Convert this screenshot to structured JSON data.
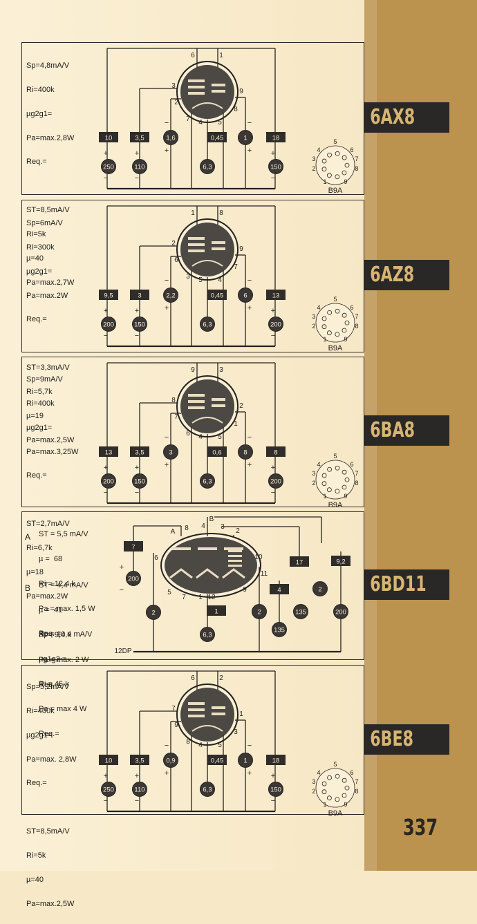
{
  "page_number": "337",
  "tubes": [
    {
      "name": "6AX8",
      "specs": [
        "Sp=4,8mA/V",
        "Ri=400k",
        "µg2g1=",
        "Pa=max.2,8W",
        "Req.=",
        "",
        "ST=8,5mA/V",
        "Ri=5k",
        "µ=40",
        "Pa=max.2,7W"
      ],
      "pins_top": [
        "6",
        "1"
      ],
      "pins_side": [
        "3",
        "9",
        "2",
        "8",
        "7",
        "4",
        "5"
      ],
      "resistors": [
        "10",
        "3,5",
        "0,45",
        "18"
      ],
      "circles_mid": [
        "1,6",
        "1"
      ],
      "circles_bottom": [
        "250",
        "110",
        "6,3",
        "150"
      ],
      "socket_top": "5",
      "socket_left": [
        "4",
        "3",
        "2",
        "1"
      ],
      "socket_right": [
        "6",
        "7",
        "8",
        "9"
      ],
      "base": "B9A"
    },
    {
      "name": "6AZ8",
      "specs": [
        "Sp=6mA/V",
        "Ri=300k",
        "µg2g1=",
        "Pa=max.2W",
        "Req.=",
        "",
        "ST=3,3mA/V",
        "Ri=5,7k",
        "µ=19",
        "Pa=max.2,5W"
      ],
      "pins_top": [
        "1",
        "8"
      ],
      "pins_side": [
        "2",
        "9",
        "6",
        "7",
        "3",
        "5",
        "4"
      ],
      "resistors": [
        "9,5",
        "3",
        "0,45",
        "13"
      ],
      "circles_mid": [
        "2,2",
        "6"
      ],
      "circles_bottom": [
        "200",
        "150",
        "6,3",
        "200"
      ],
      "socket_top": "5",
      "socket_left": [
        "4",
        "3",
        "2",
        "1"
      ],
      "socket_right": [
        "6",
        "7",
        "8",
        "9"
      ],
      "base": "B9A"
    },
    {
      "name": "6BA8",
      "specs": [
        "Sp=9mA/V",
        "Ri=400k",
        "µg2g1=",
        "Pa=max.3,25W",
        "Req.=",
        "",
        "ST=2,7mA/V",
        "Ri=6,7k",
        "µ=18",
        "Pa=max.2W"
      ],
      "pins_top": [
        "9",
        "3"
      ],
      "pins_side": [
        "8",
        "2",
        "7",
        "1",
        "6",
        "4",
        "5"
      ],
      "resistors": [
        "13",
        "3,5",
        "0,6",
        "8"
      ],
      "circles_mid": [
        "3",
        "8"
      ],
      "circles_bottom": [
        "200",
        "150",
        "6,3",
        "200"
      ],
      "socket_top": "5",
      "socket_left": [
        "4",
        "3",
        "2",
        "1"
      ],
      "socket_right": [
        "6",
        "7",
        "8",
        "9"
      ],
      "base": "B9A"
    },
    {
      "name": "6BD11",
      "specs_a": [
        "ST = 5,5 mA/V",
        "µ =  68",
        "Ri = 12,4 k",
        "Pa = max. 1,5 W",
        "Req. ="
      ],
      "specs_b": [
        "ST = 4,4 mA/V",
        "µ =  41",
        "Ri = 9,4 k",
        "Pa = max. 2 W",
        "Req. ="
      ],
      "specs_c": [
        "Sp = 10,4 mA/V",
        "µg1g2 =",
        "Ri = 45 k",
        "Pa = max 4 W",
        "Req.="
      ],
      "section_labels": [
        "A",
        "B"
      ],
      "pins": [
        "8",
        "4",
        "B",
        "3",
        "2",
        "A",
        "6",
        "10",
        "11",
        "5",
        "7",
        "1",
        "12",
        "9"
      ],
      "resistors": [
        "7",
        "17",
        "9,2",
        "4",
        "1"
      ],
      "circles": [
        "200",
        "2",
        "2",
        "2",
        "135",
        "135",
        "200",
        "6,3"
      ],
      "base": "12DP"
    },
    {
      "name": "6BE8",
      "specs": [
        "Sp=5,2mA/V",
        "Ri=400k",
        "µg2g1=",
        "Pa=max. 2,8W",
        "Req.=",
        "",
        "ST=8,5mA/V",
        "Ri=5k",
        "µ=40",
        "Pa=max.2,5W"
      ],
      "pins_top": [
        "6",
        "2"
      ],
      "pins_side": [
        "7",
        "1",
        "9",
        "3",
        "8",
        "4",
        "5"
      ],
      "resistors": [
        "10",
        "3,5",
        "0,45",
        "18"
      ],
      "circles_mid": [
        "0,9",
        "1"
      ],
      "circles_bottom": [
        "250",
        "110",
        "6,3",
        "150"
      ],
      "socket_top": "5",
      "socket_left": [
        "4",
        "3",
        "2",
        "1"
      ],
      "socket_right": [
        "6",
        "7",
        "8",
        "9"
      ],
      "base": "B9A"
    }
  ]
}
